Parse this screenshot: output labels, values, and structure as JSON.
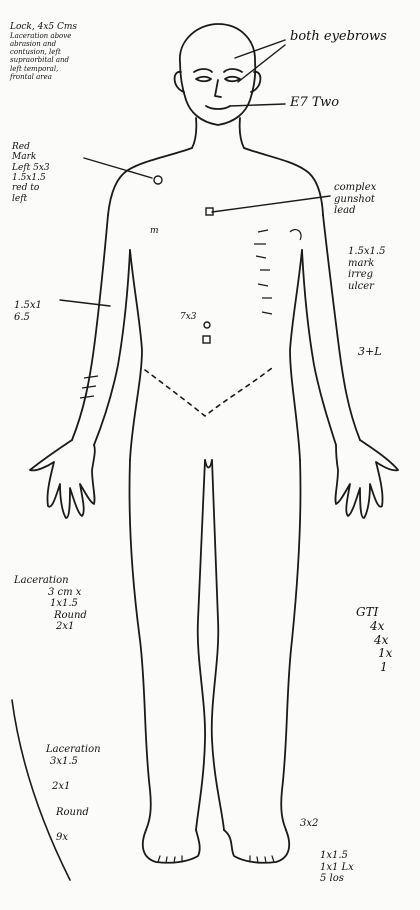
{
  "annotations": {
    "top_left_note": [
      "Lock, 4x5 Cms",
      "Laceration above",
      "abrasion and",
      "contusion, left",
      "supraorbital and",
      "left temporal,",
      "frontal area"
    ],
    "top_right_label": "both eyebrows",
    "lip_label": "E7 Two",
    "shoulder_note": [
      "Red",
      "Mark",
      "Left 5x3",
      "1.5x1.5",
      "red to",
      "left"
    ],
    "chest_right_note": [
      "complex",
      "gunshot",
      "lead"
    ],
    "chest_right_note2": [
      "1.5x1.5",
      "mark",
      "irreg",
      "ulcer"
    ],
    "chest_right_code": "3+L",
    "arm_left_note": [
      "1.5x1",
      "6.5"
    ],
    "navel_label": "7x3",
    "lower_left_note": [
      "Laceration",
      "3 cm x",
      "1x1.5",
      "Round",
      "2x1"
    ],
    "bottom_left_note": [
      "Laceration",
      "3x1.5",
      "2x1",
      "Round",
      "9x"
    ],
    "lower_right_note": [
      "GTI",
      "4x",
      "4x",
      "1x",
      "1"
    ],
    "bottom_right_note": [
      "1x1.5",
      "1x1 Lx",
      "5 los"
    ],
    "shin_label": "3x2",
    "chest_mark_label": "m"
  }
}
